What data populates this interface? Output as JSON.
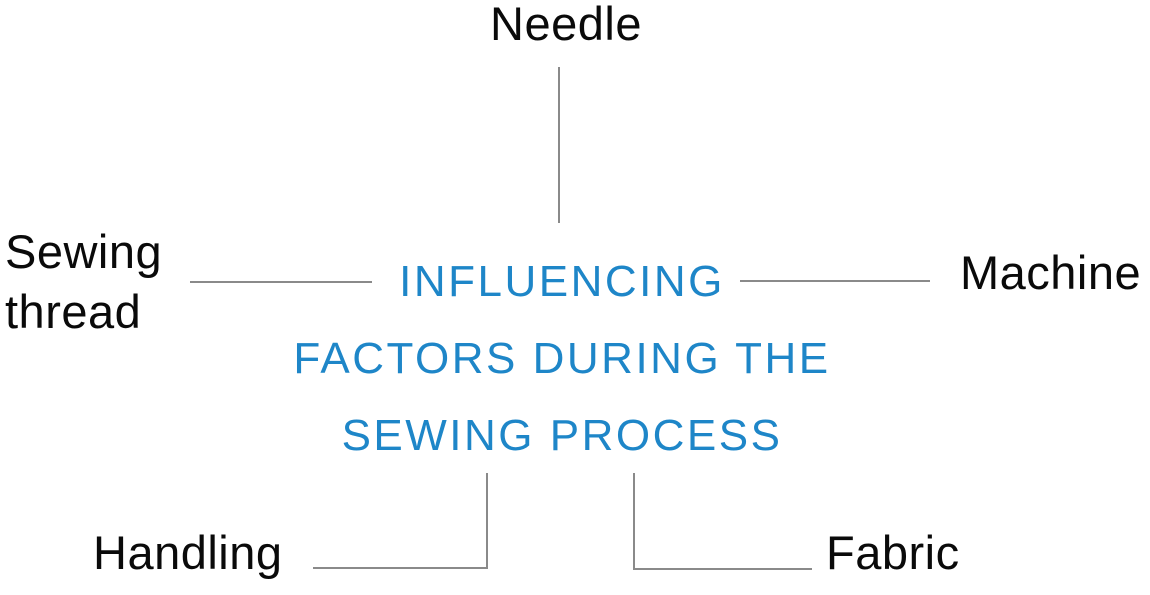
{
  "diagram": {
    "title_lines": [
      "INFLUENCING",
      "FACTORS DURING THE",
      "SEWING PROCESS"
    ],
    "title_full": "INFLUENCING FACTORS DURING THE SEWING PROCESS",
    "factors": {
      "needle": {
        "label": "Needle",
        "position": "top"
      },
      "sewing_thread": {
        "label": "Sewing thread",
        "position": "left"
      },
      "machine": {
        "label": "Machine",
        "position": "right"
      },
      "handling": {
        "label": "Handling",
        "position": "bottom-left"
      },
      "fabric": {
        "label": "Fabric",
        "position": "bottom-right"
      }
    },
    "colors": {
      "title_blue": "#1e86c8",
      "label_black": "#0a0a0a",
      "connector_gray": "#8a8a8a",
      "background": "#ffffff"
    }
  }
}
